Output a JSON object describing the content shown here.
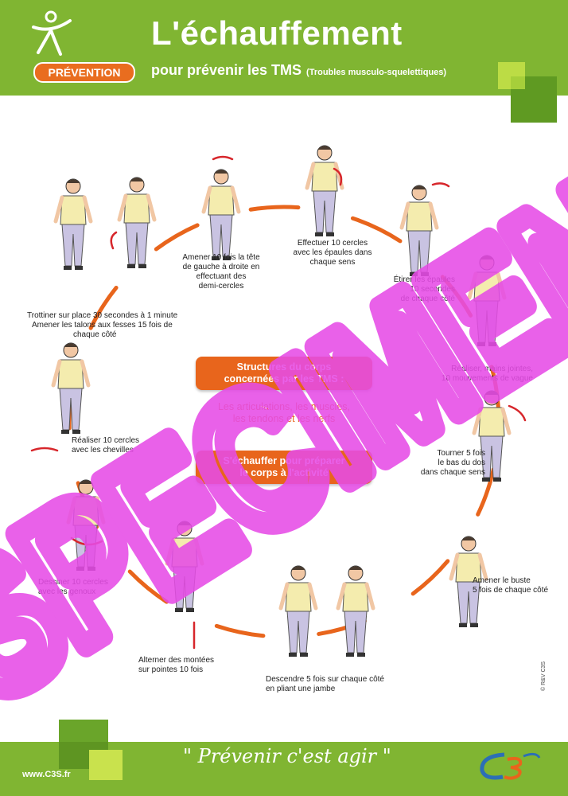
{
  "header": {
    "badge": "PRÉVENTION",
    "title": "L'échauffement",
    "subtitle": "pour prévenir les TMS",
    "subtitle_note": "(Troubles musculo-squelettiques)"
  },
  "exercises": [
    {
      "id": "trot",
      "caption_lines": [
        "Trottiner sur place 30 secondes à 1 minute",
        "Amener les talons aux fesses 15 fois de",
        "chaque côté"
      ]
    },
    {
      "id": "head",
      "caption_lines": [
        "Amener 10 fois la tête",
        "de gauche à droite en",
        "effectuant des",
        "demi-cercles"
      ]
    },
    {
      "id": "shoulders",
      "caption_lines": [
        "Effectuer 10 cercles",
        "avec les épaules dans",
        "chaque sens"
      ]
    },
    {
      "id": "stretch-shoulders",
      "caption_lines": [
        "Étirer les épaules",
        "10 secondes",
        "de chaque côté"
      ]
    },
    {
      "id": "wave",
      "caption_lines": [
        "Réaliser, mains jointes,",
        "10 mouvements de vague"
      ]
    },
    {
      "id": "lower-back",
      "caption_lines": [
        "Tourner 5 fois",
        "le bas du dos",
        "dans chaque sens"
      ]
    },
    {
      "id": "torso",
      "caption_lines": [
        "Amener le buste",
        "5 fois de chaque côté"
      ]
    },
    {
      "id": "squat",
      "caption_lines": [
        "Descendre 5 fois sur chaque côté",
        "en pliant une jambe"
      ]
    },
    {
      "id": "tiptoe",
      "caption_lines": [
        "Alterner des montées",
        "sur pointes 10 fois"
      ]
    },
    {
      "id": "knees",
      "caption_lines": [
        "Dessiner 10 cercles",
        "avec les genoux"
      ]
    },
    {
      "id": "ankles",
      "caption_lines": [
        "Réaliser 10 cercles",
        "avec les chevilles"
      ]
    }
  ],
  "center": {
    "box1_lines": [
      "Structures du corps",
      "concernées par les TMS :"
    ],
    "text_lines": [
      "Les articulations, les muscles,",
      "les tendons et les nerfs"
    ],
    "box2_lines": [
      "S'échauffer pour préparer",
      "le corps à l'activité"
    ]
  },
  "footer": {
    "url": "www.C3S.fr",
    "slogan": "\" Prévenir c'est agir \""
  },
  "copyright": "© R&V C3S",
  "watermark": "SPECIMEN",
  "colors": {
    "green": "#80b532",
    "orange": "#e8651c",
    "watermark": "#e64ce6",
    "shirt": "#f4ecae",
    "pants": "#c9c3e2"
  }
}
